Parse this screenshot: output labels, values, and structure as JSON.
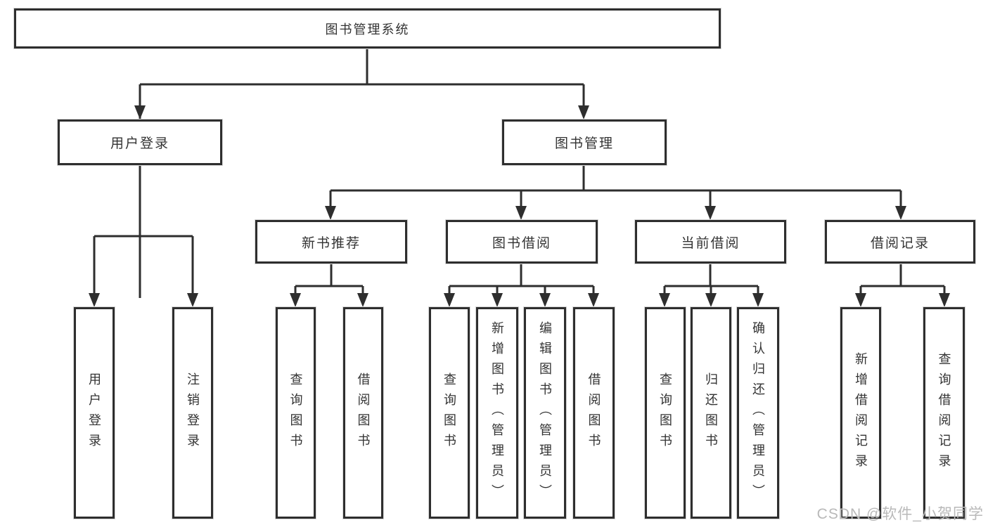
{
  "diagram": {
    "root": "图书管理系统",
    "branches": [
      {
        "label": "用户登录",
        "children": [
          "用户登录",
          "注销登录"
        ]
      },
      {
        "label": "图书管理",
        "groups": [
          {
            "label": "新书推荐",
            "children": [
              "查询图书",
              "借阅图书"
            ]
          },
          {
            "label": "图书借阅",
            "children": [
              "查询图书",
              "新增图书（管理员）",
              "编辑图书（管理员）",
              "借阅图书"
            ]
          },
          {
            "label": "当前借阅",
            "children": [
              "查询图书",
              "归还图书",
              "确认归还（管理员）"
            ]
          },
          {
            "label": "借阅记录",
            "children": [
              "新增借阅记录",
              "查询借阅记录"
            ]
          }
        ]
      }
    ]
  },
  "watermark": "CSDN @软件_小贺同学",
  "colors": {
    "line": "#2e2e2e",
    "text": "#333333",
    "watermark": "#b9b9b9",
    "background": "#ffffff"
  }
}
